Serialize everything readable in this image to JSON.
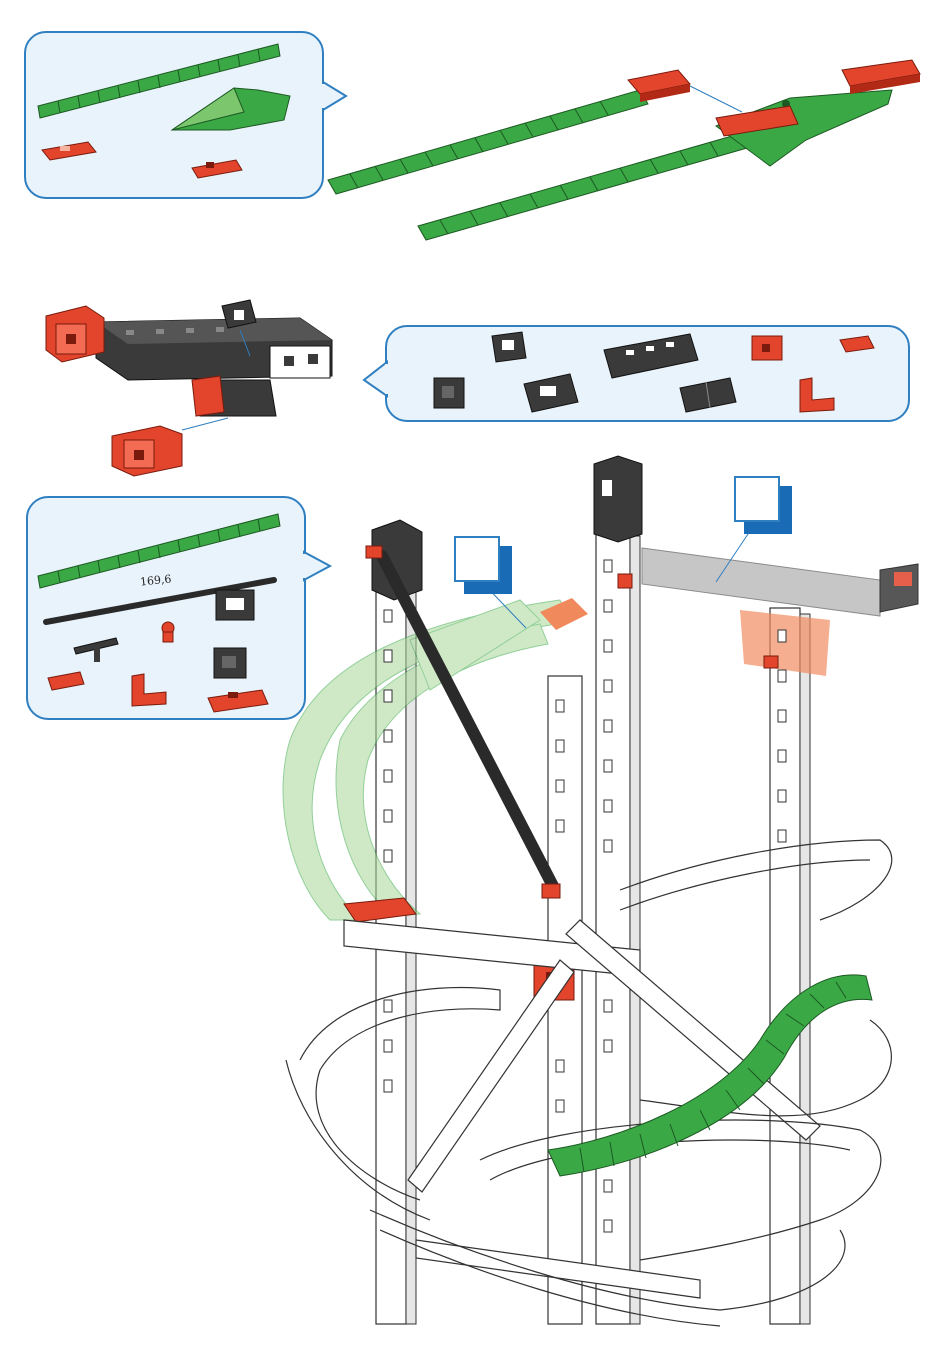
{
  "colors": {
    "green": "#3aa845",
    "green_light": "#a9d89b",
    "red": "#e2442c",
    "red_light": "#f08a5d",
    "black": "#3a3a3a",
    "grey": "#bdbdbd",
    "callout_bg": "#e9f3fb",
    "callout_border": "#2f7fc1",
    "step_blue": "#1a6bb5"
  },
  "callouts": [
    {
      "name": "parts-callout-1",
      "parts": [
        "green-track-segment",
        "green-wedge-piece",
        "red-flat-plate",
        "red-small-plate"
      ]
    },
    {
      "name": "parts-callout-2",
      "parts": [
        "black-block-small",
        "black-building-block",
        "black-block-open",
        "black-beam-long",
        "black-double-block",
        "red-cube",
        "red-small-plate",
        "red-angle-bracket"
      ]
    },
    {
      "name": "parts-callout-3",
      "parts": [
        "green-track-segment",
        "black-rod-169-6",
        "black-bolt-piece",
        "red-joint-piece",
        "black-block-small",
        "black-building-block",
        "red-small-plate",
        "red-angle-bracket",
        "red-flat-plate"
      ]
    }
  ],
  "dimension_label": "169,6",
  "step_markers": [
    {
      "label": ""
    },
    {
      "label": ""
    }
  ]
}
